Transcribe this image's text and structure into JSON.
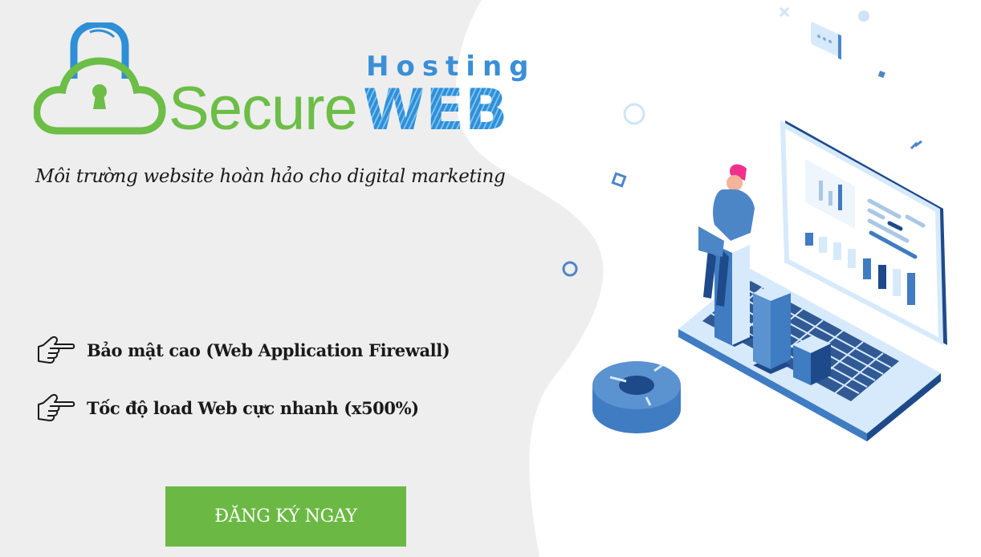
{
  "logo": {
    "brand_word": "Secure",
    "sub_word": "Hosting",
    "highlight_word": "WEB",
    "colors": {
      "green": "#6cbe46",
      "blue": "#3a8fd6"
    }
  },
  "tagline": "Môi trường website hoàn hảo cho digital marketing",
  "features": [
    {
      "icon": "pointing-hand-icon",
      "label": "Bảo mật cao (Web Application Firewall)"
    },
    {
      "icon": "pointing-hand-icon",
      "label": "Tốc độ load Web cực nhanh (x500%)"
    }
  ],
  "cta": {
    "label": "ĐĂNG KÝ NGAY",
    "color": "#6bb944"
  },
  "theme": {
    "background_grey": "#eeeeee",
    "illustration_dark": "#1f4a8a",
    "illustration_mid": "#3f7cc2",
    "illustration_light": "#d6eafb",
    "accent_pink": "#f0308c"
  }
}
